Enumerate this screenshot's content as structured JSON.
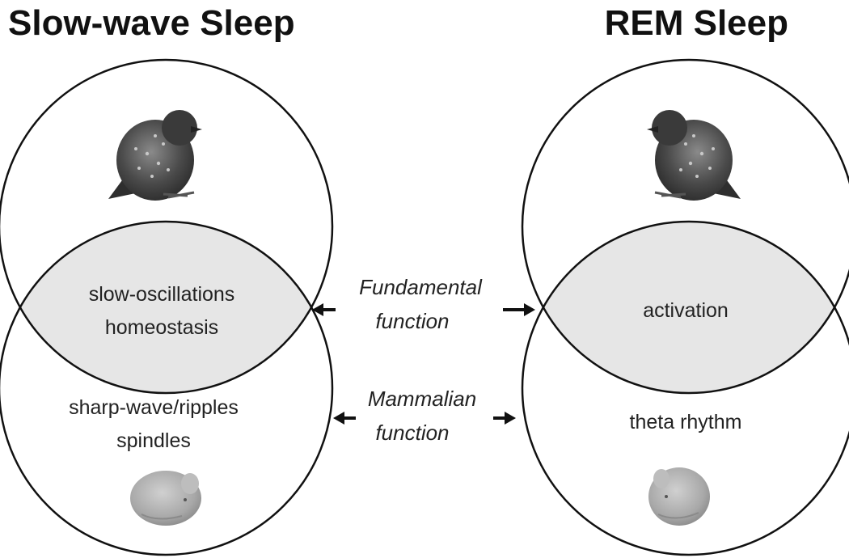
{
  "left": {
    "title": "Slow-wave Sleep",
    "overlap_line1": "slow-oscillations",
    "overlap_line2": "homeostasis",
    "lower_line1": "sharp-wave/ripples",
    "lower_line2": "spindles"
  },
  "right": {
    "title": "REM Sleep",
    "overlap_line1": "activation",
    "lower_line1": "theta rhythm"
  },
  "middle": {
    "fundamental_line1": "Fundamental",
    "fundamental_line2": "function",
    "mammalian_line1": "Mammalian",
    "mammalian_line2": "function"
  },
  "icons": {
    "bird": "pigeon-icon",
    "mammal": "rodent-icon"
  },
  "colors": {
    "overlap_fill": "#e6e6e6",
    "stroke": "#111111"
  }
}
